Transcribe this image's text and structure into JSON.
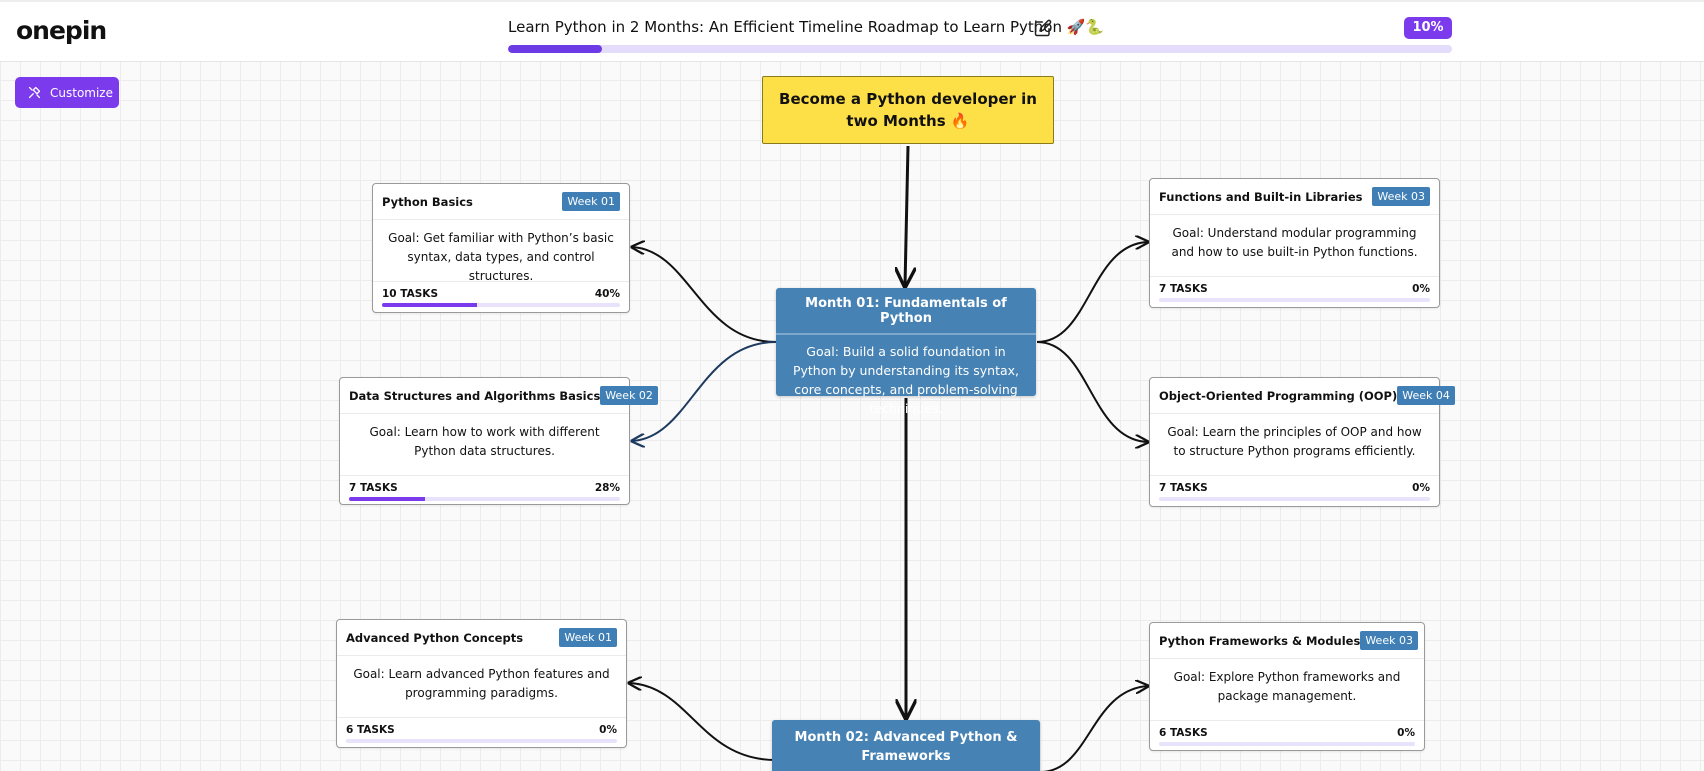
{
  "app": {
    "logo": "onepin"
  },
  "header": {
    "title": "Learn Python in 2 Months: An Efficient Timeline Roadmap to Learn Python 🚀🐍",
    "progress_label": "10%",
    "progress": 10
  },
  "toolbar": {
    "customize_label": "Customize"
  },
  "root": {
    "label": "Become a Python developer in two Months 🔥"
  },
  "months": [
    {
      "title": "Month 01: Fundamentals of Python",
      "goal": "Goal: Build a solid foundation in Python by understanding its syntax, core concepts, and problem-solving techniques."
    },
    {
      "title": "Month 02: Advanced Python & Frameworks",
      "goal": ""
    }
  ],
  "cards": [
    {
      "title": "Python Basics",
      "week": "Week 01",
      "goal": "Goal: Get familiar with Python’s basic syntax, data types, and control structures.",
      "tasks": "10 TASKS",
      "percent_label": "40%",
      "percent": 40
    },
    {
      "title": "Data Structures and Algorithms Basics",
      "week": "Week 02",
      "goal": "Goal: Learn how to work with different Python data structures.",
      "tasks": "7 TASKS",
      "percent_label": "28%",
      "percent": 28
    },
    {
      "title": "Functions and Built-in Libraries",
      "week": "Week 03",
      "goal": "Goal: Understand modular programming and how to use built-in Python functions.",
      "tasks": "7 TASKS",
      "percent_label": "0%",
      "percent": 0
    },
    {
      "title": "Object-Oriented Programming (OOP)",
      "week": "Week 04",
      "goal": "Goal: Learn the principles of OOP and how to structure Python programs efficiently.",
      "tasks": "7 TASKS",
      "percent_label": "0%",
      "percent": 0
    },
    {
      "title": "Advanced Python Concepts",
      "week": "Week 01",
      "goal": "Goal: Learn advanced Python features and programming paradigms.",
      "tasks": "6 TASKS",
      "percent_label": "0%",
      "percent": 0
    },
    {
      "title": "Python Frameworks & Modules",
      "week": "Week 03",
      "goal": "Goal: Explore Python frameworks and package management.",
      "tasks": "6 TASKS",
      "percent_label": "0%",
      "percent": 0
    }
  ],
  "colors": {
    "accent": "#7c3aed",
    "node_blue": "#4682b4",
    "root_yellow": "#fde047",
    "connector_dark": "#111111",
    "connector_navy": "#1e3a5f"
  }
}
